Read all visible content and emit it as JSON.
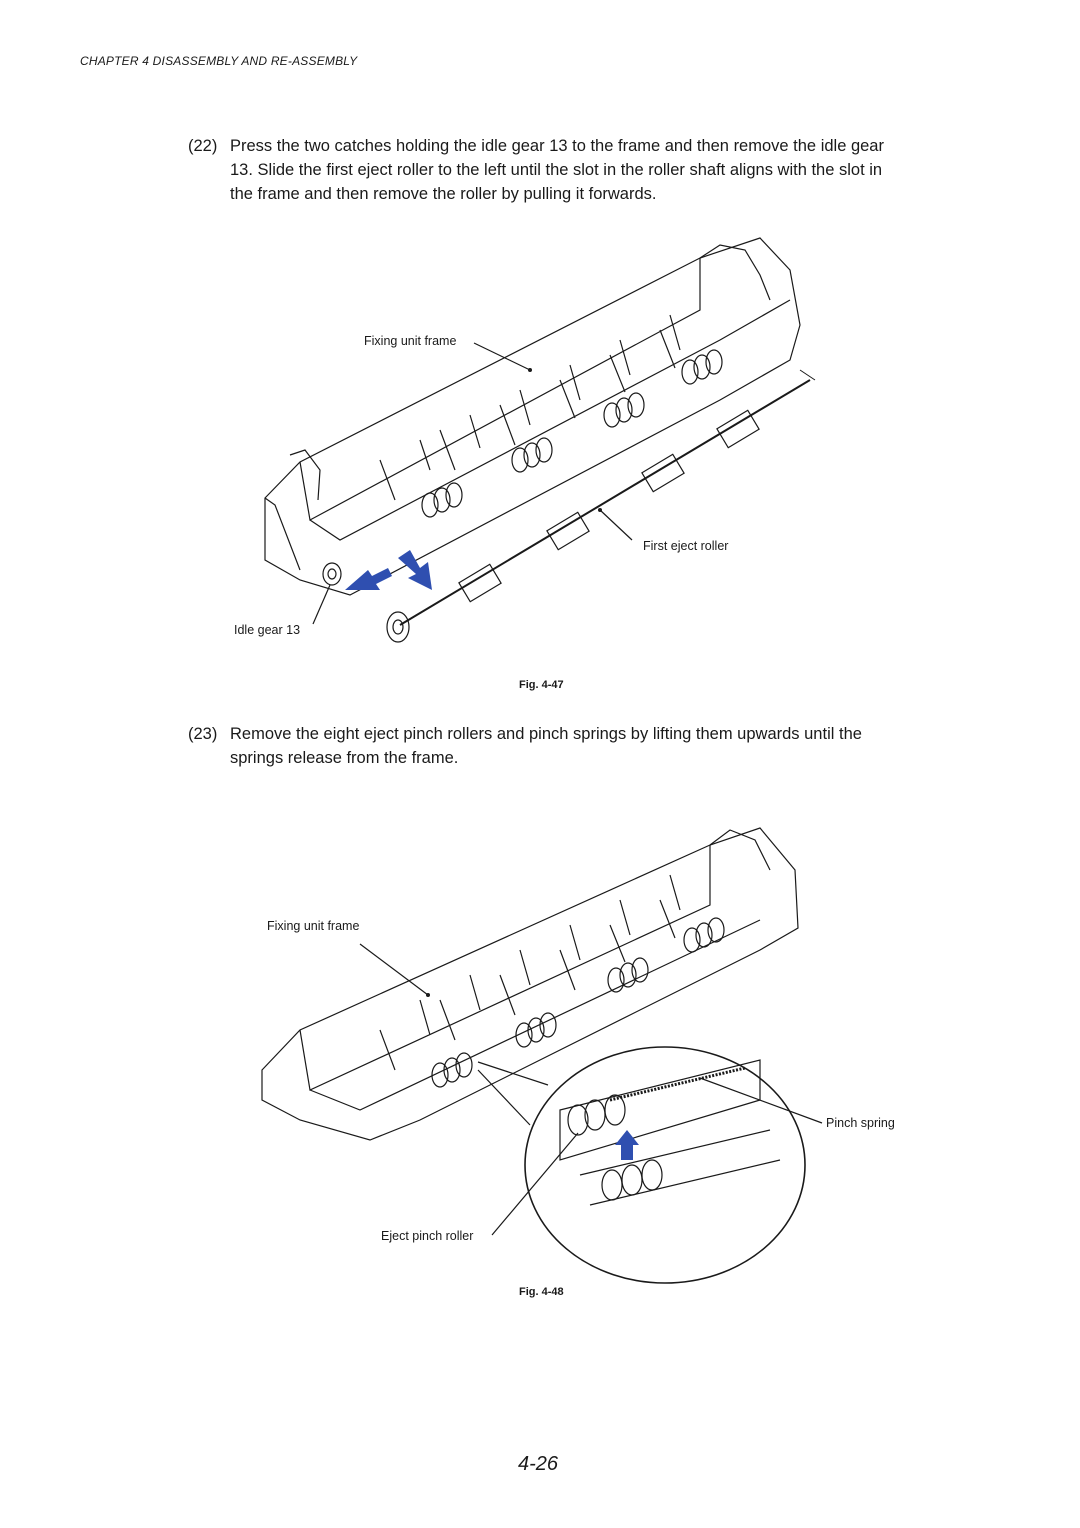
{
  "header": {
    "chapter": "CHAPTER 4  DISASSEMBLY AND RE-ASSEMBLY"
  },
  "step22": {
    "number": "(22)",
    "lines": [
      "Press the two catches holding the idle gear 13 to the frame and then remove the idle gear",
      "13.  Slide the first eject roller to the left until the slot in the roller shaft aligns with the slot in",
      "the frame and then remove the roller by pulling it forwards."
    ]
  },
  "fig47": {
    "labels": {
      "fixing_unit_frame": "Fixing unit frame",
      "first_eject_roller": "First eject roller",
      "idle_gear": "Idle gear 13"
    },
    "caption": "Fig. 4-47"
  },
  "step23": {
    "number": "(23)",
    "lines": [
      "Remove the eight eject pinch rollers and pinch springs by lifting them upwards until the",
      "springs release from the frame."
    ]
  },
  "fig48": {
    "labels": {
      "fixing_unit_frame": "Fixing unit frame",
      "pinch_spring": "Pinch spring",
      "eject_pinch_roller": "Eject pinch roller"
    },
    "caption": "Fig. 4-48"
  },
  "colors": {
    "arrow_blue": "#2f4fb0",
    "line": "#1a1a1a"
  },
  "page_number": "4-26"
}
